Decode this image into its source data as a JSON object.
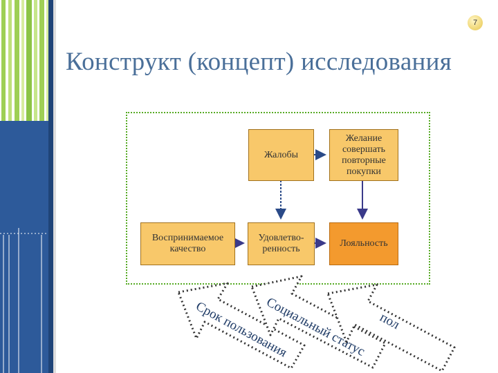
{
  "slide": {
    "page_number": "7",
    "title": "Конструкт (концепт) исследования"
  },
  "diagram": {
    "nodes": {
      "complaints": "Жалобы",
      "repurchase": "Желание совершать повторные покупки",
      "perceived_quality": "Воспринимаемое качество",
      "satisfaction": "Удовлетво-ренность",
      "loyalty": "Лояльность"
    },
    "arrows": [
      {
        "label": "Срок пользования"
      },
      {
        "label": "Социальный статус"
      },
      {
        "label": "пол"
      }
    ]
  },
  "colors": {
    "title": "#4a6f99",
    "box_light": "#f8c86a",
    "box_dark": "#f39a2e",
    "frame": "#55aa22",
    "sidebar_blue": "#2d5a9a",
    "sidebar_stripes": "#9ecf55"
  }
}
